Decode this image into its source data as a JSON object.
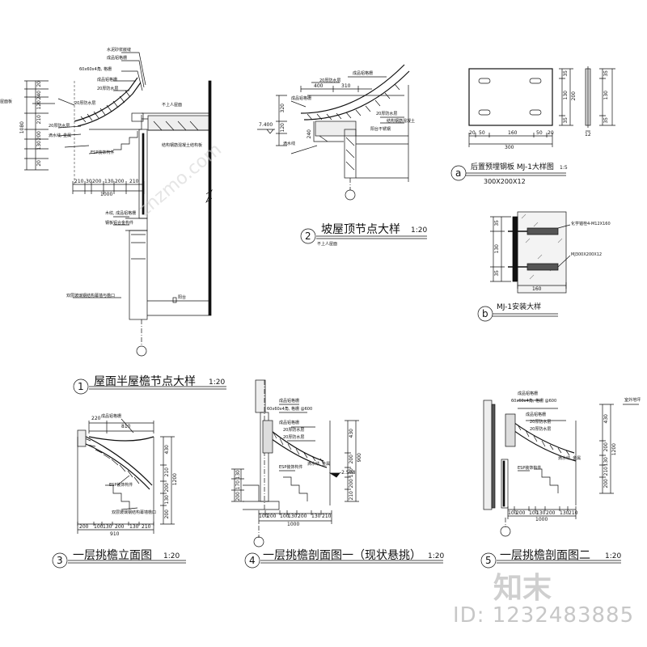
{
  "titles": {
    "d1": {
      "num": "1",
      "text": "屋面半屋檐节点大样",
      "scale": "1:20"
    },
    "d2": {
      "num": "2",
      "text": "坡屋顶节点大样",
      "scale": "1:20"
    },
    "d3": {
      "num": "3",
      "text": "一层挑檐立面图",
      "scale": "1:20"
    },
    "d4": {
      "num": "4",
      "text": "一层挑檐剖面图一（现状悬挑）",
      "scale": "1:20"
    },
    "d5": {
      "num": "5",
      "text": "一层挑檐剖面图二",
      "scale": "1:20"
    },
    "da": {
      "num": "a",
      "text": "后置预埋钢板 MJ-1大样图",
      "scale": "1:5",
      "sub": "300X200X12"
    },
    "db": {
      "num": "b",
      "text": "MJ-1安装大样"
    }
  },
  "d1": {
    "top_labels": [
      "水泥砂浆嵌缝",
      "成品铝格栅",
      "60x60x4角, 格栅",
      "成品铝格栅",
      "20厚防水层"
    ],
    "labels": [
      "20厚防水层",
      "20厚防水层",
      "滴水线, 金属",
      "ESP装饰构件",
      "不上人屋面",
      "结构钢筋混凝土结构板",
      "木纹, 成品铝格栅",
      "钢板铝合金构件"
    ],
    "bottom_note": "双层玻璃钢结构幕墙与檐口",
    "side_label": "阳台",
    "left_dims": [
      "20",
      "240",
      "120",
      "210",
      "200",
      "130",
      "20"
    ],
    "total_h": "1080",
    "bottom_dims": [
      "210",
      "30",
      "200",
      "130",
      "200",
      "210"
    ],
    "total_w": "1000",
    "elev_left": "屋面板"
  },
  "d2": {
    "labels": [
      "成品铝格栅",
      "成品铝格栅",
      "20厚防水层",
      "20厚防水层",
      "滴水线",
      "结构钢筋混凝土",
      "阳台不锈钢",
      "不上人屋面"
    ],
    "top_dims": [
      "400",
      "310"
    ],
    "left_dims": [
      "320",
      "120",
      "240"
    ],
    "elev": "7.400"
  },
  "da": {
    "dims_bottom": [
      "20",
      "50",
      "160",
      "50",
      "20"
    ],
    "total_w": "300",
    "dims_right": [
      "35",
      "130",
      "35"
    ],
    "total_h": "200",
    "thick": "12",
    "side_dims": [
      "35",
      "130",
      "35"
    ]
  },
  "db": {
    "labels": [
      "化学锚栓4-M12X160",
      "MJ300X200X12"
    ],
    "dims_left": [
      "35",
      "130",
      "35"
    ],
    "dim_bottom": "160"
  },
  "d3": {
    "labels": [
      "成品铝格栅",
      "ESP装饰构件",
      "双层玻璃钢结构幕墙檐口"
    ],
    "top_dims": [
      "220",
      "810"
    ],
    "right_dims": [
      "430",
      "210",
      "200",
      "130",
      "200"
    ],
    "total_h": "1200",
    "bottom_dims": [
      "200",
      "100",
      "130",
      "200",
      "130",
      "210"
    ],
    "total_w": "910"
  },
  "d4": {
    "labels": [
      "成品铝格栅",
      "60x60x4角, 格栅 @600",
      "成品铝格栅",
      "20厚防水层",
      "20厚防水层",
      "ESP装饰构件",
      "滴水线, 金属"
    ],
    "right_dims": [
      "430",
      "200",
      "130",
      "200",
      "210"
    ],
    "total_h": "900",
    "elev": "-2.508",
    "bottom_dims": [
      "100",
      "200",
      "100",
      "130",
      "200",
      "130",
      "210"
    ],
    "total_w": "1000",
    "left_dims": [
      "130",
      "170",
      "200"
    ]
  },
  "d5": {
    "labels": [
      "成品铝格栅",
      "60x60x4角, 格栅 @600",
      "成品铝格栅",
      "20厚防水层",
      "20厚防水层",
      "ESP装饰构件",
      "滴水线, 金属",
      "室外地坪"
    ],
    "right_dims": [
      "430",
      "200",
      "130",
      "210",
      "200"
    ],
    "total_h": "1200",
    "bottom_dims": [
      "100",
      "200",
      "100",
      "130",
      "200",
      "130",
      "210"
    ],
    "total_w": "1000"
  },
  "watermark": {
    "id": "ID: 1232483885",
    "logo": "知末",
    "site": "znzmo.com"
  }
}
